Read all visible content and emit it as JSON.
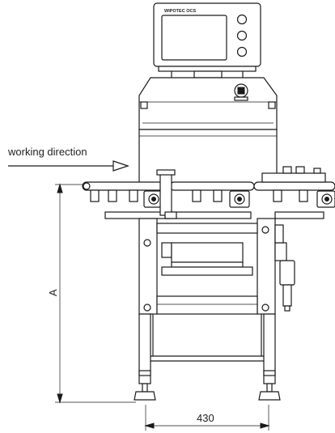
{
  "labels": {
    "working_direction": "working direction",
    "height_dimension": "A",
    "width_dimension": "430"
  },
  "display": {
    "brand_text": "WIPOTEC OCS"
  }
}
